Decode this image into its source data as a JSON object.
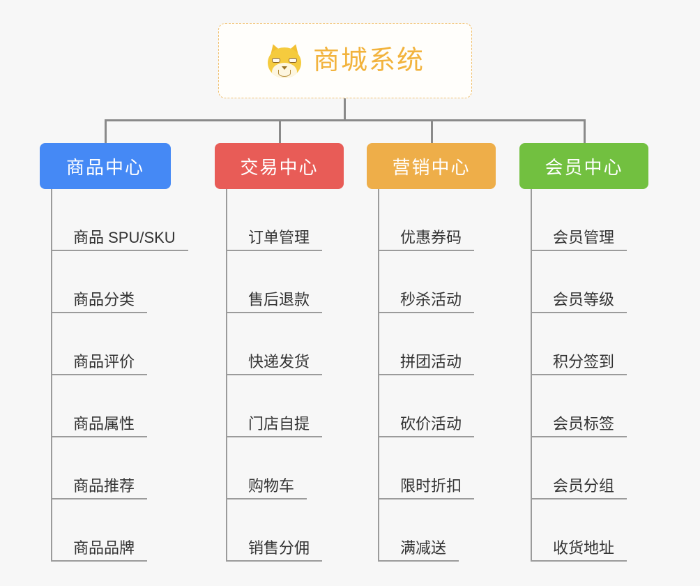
{
  "background_color": "#f7f7f7",
  "root": {
    "title": "商城系统",
    "icon": "shiba-dog-icon",
    "text_color": "#f2b33d",
    "border_color": "#f0c070",
    "background_color": "#fffefb"
  },
  "connector_color": "#8a8a8a",
  "columns": [
    {
      "id": "product-center",
      "title": "商品中心",
      "color": "#4589f5",
      "items": [
        "商品 SPU/SKU",
        "商品分类",
        "商品评价",
        "商品属性",
        "商品推荐",
        "商品品牌"
      ]
    },
    {
      "id": "trade-center",
      "title": "交易中心",
      "color": "#e85c57",
      "items": [
        "订单管理",
        "售后退款",
        "快递发货",
        "门店自提",
        "购物车",
        "销售分佣"
      ]
    },
    {
      "id": "marketing-center",
      "title": "营销中心",
      "color": "#eeae49",
      "items": [
        "优惠券码",
        "秒杀活动",
        "拼团活动",
        "砍价活动",
        "限时折扣",
        "满减送"
      ]
    },
    {
      "id": "member-center",
      "title": "会员中心",
      "color": "#72c040",
      "items": [
        "会员管理",
        "会员等级",
        "积分签到",
        "会员标签",
        "会员分组",
        "收货地址"
      ]
    }
  ]
}
